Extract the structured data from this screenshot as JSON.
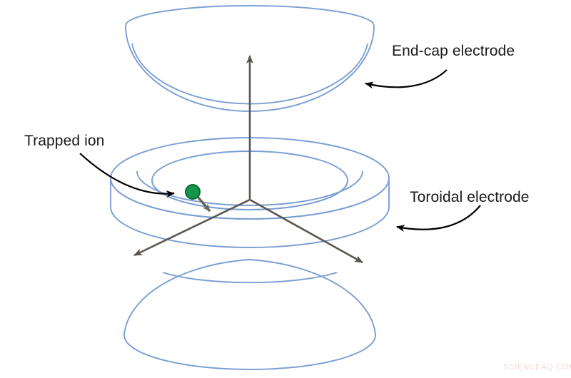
{
  "figure": {
    "background_color": "#ffffff",
    "electrode_stroke_color": "#7a9fd4",
    "axis_color": "#5a564f",
    "annotation_color": "#000000",
    "ion_fill_color": "#13964a",
    "ion_stroke_color": "#0c6b35",
    "label_color": "#1a1a1a"
  },
  "labels": {
    "endcap": "End-cap electrode",
    "toroidal": "Toroidal electrode",
    "trapped_ion": "Trapped ion"
  },
  "watermark": {
    "text": "SCIENCEAQ.COM",
    "color": "#f2dada"
  },
  "icons": {
    "endcap_pointer": "curved-arrow-left-icon",
    "toroidal_pointer": "curved-arrow-left-icon",
    "trapped_ion_pointer": "curved-arrow-right-icon",
    "ion_velocity": "arrow-down-right-icon",
    "axis_vertical": "axis-arrow-up-icon",
    "axis_left": "axis-arrow-down-left-icon",
    "axis_right": "axis-arrow-down-right-icon"
  },
  "components": {
    "top_endcap": "upper hemispherical end-cap electrode",
    "ring": "toroidal ring electrode",
    "bottom_endcap": "lower hemispherical end-cap electrode",
    "ion": "trapped ion particle"
  }
}
